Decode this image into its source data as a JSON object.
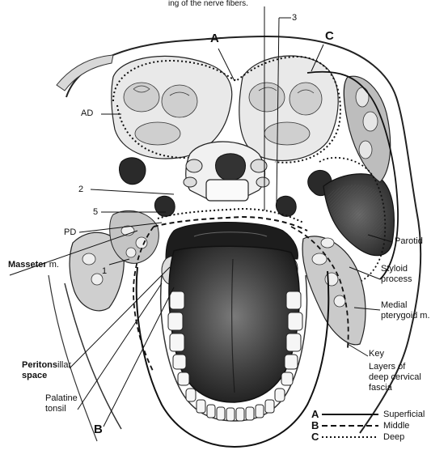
{
  "caption_top": "ing of the nerve fibers.",
  "letters": {
    "a": "A",
    "b": "B",
    "c": "C"
  },
  "numbers": {
    "n1": "1",
    "n2": "2",
    "n3": "3",
    "n5": "5"
  },
  "abbrev": {
    "ad": "AD",
    "pd": "PD"
  },
  "labels": {
    "masseter_bold": "Masseter",
    "masseter_rest": " m.",
    "parotid": "Parotid",
    "styloid_1": "Styloid",
    "styloid_2": "process",
    "medial_1": "Medial",
    "medial_2": "pterygoid m.",
    "peri_bold": "Peritons",
    "peri_rest": "illar",
    "peri_2": "space",
    "palatine_1": "Palatine",
    "palatine_2": "tonsil"
  },
  "key": {
    "title": "Key",
    "subtitle_1": "Layers of",
    "subtitle_2": "deep cervical",
    "subtitle_3": "fascia",
    "rows": [
      {
        "letter": "A",
        "text": "Superficial",
        "style": "solid"
      },
      {
        "letter": "B",
        "text": "Middle",
        "style": "dashed"
      },
      {
        "letter": "C",
        "text": "Deep",
        "style": "dotted"
      }
    ]
  }
}
